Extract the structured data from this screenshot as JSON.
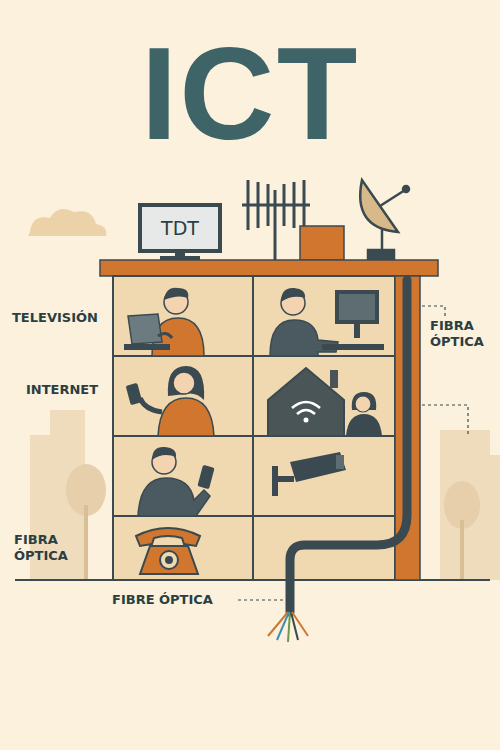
{
  "diagram": {
    "title": "ICT",
    "nodes": [
      {
        "text": [
          "TDT"
        ]
      }
    ],
    "labels": [
      "TELEVISIÓN",
      "FIBRA ÓPTICA",
      "INTERNET",
      "FIBRA ÓPTICA",
      "FIBRE ÓPTICA"
    ]
  }
}
